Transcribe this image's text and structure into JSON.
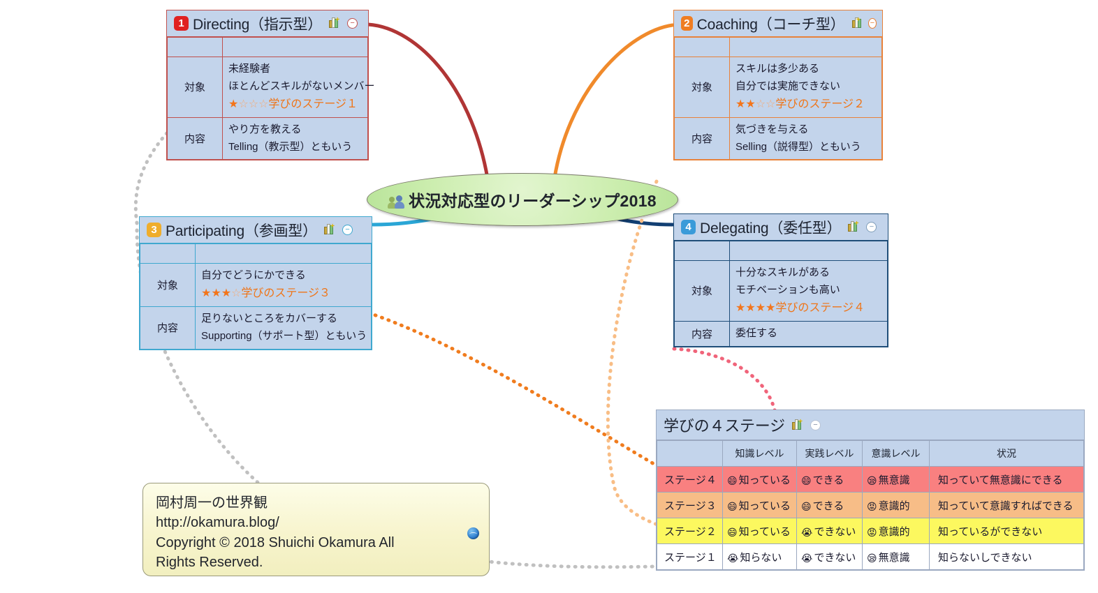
{
  "central": {
    "icon": "people-icon",
    "title": "状況対応型のリーダーシップ2018"
  },
  "nodes": [
    {
      "num": "1",
      "badge_color": "#e02020",
      "accent": "#c0504d",
      "title": "Directing（指示型）",
      "rows": [
        {
          "label": "対象",
          "lines": [
            "未経験者",
            "ほとんどスキルがないメンバー"
          ],
          "stars_on": 1,
          "stars_total": 4,
          "stage_label": "学びのステージ１"
        },
        {
          "label": "内容",
          "lines": [
            "やり方を教える",
            "Telling（教示型）ともいう"
          ]
        }
      ]
    },
    {
      "num": "2",
      "badge_color": "#ef7d22",
      "accent": "#e8823a",
      "title": "Coaching（コーチ型）",
      "rows": [
        {
          "label": "対象",
          "lines": [
            "スキルは多少ある",
            "自分では実施できない"
          ],
          "stars_on": 2,
          "stars_total": 4,
          "stage_label": "学びのステージ２"
        },
        {
          "label": "内容",
          "lines": [
            "気づきを与える",
            "Selling（説得型）ともいう"
          ]
        }
      ]
    },
    {
      "num": "3",
      "badge_color": "#efad2c",
      "accent": "#3fa8cf",
      "title": "Participating（参画型）",
      "rows": [
        {
          "label": "対象",
          "lines": [
            "自分でどうにかできる"
          ],
          "stars_on": 3,
          "stars_total": 4,
          "stage_label": "学びのステージ３"
        },
        {
          "label": "内容",
          "lines": [
            "足りないところをカバーする",
            "Supporting（サポート型）ともいう"
          ]
        }
      ]
    },
    {
      "num": "4",
      "badge_color": "#3a9bd9",
      "accent": "#1f4e79",
      "title": "Delegating（委任型）",
      "rows": [
        {
          "label": "対象",
          "lines": [
            "十分なスキルがある",
            "モチベーションも高い"
          ],
          "stars_on": 4,
          "stars_total": 4,
          "stage_label": "学びのステージ４"
        },
        {
          "label": "内容",
          "lines": [
            "委任する"
          ]
        }
      ]
    }
  ],
  "stage_table": {
    "title": "学びの４ステージ",
    "columns": [
      "",
      "知識レベル",
      "実践レベル",
      "意識レベル",
      "状況"
    ],
    "rows": [
      {
        "stage": "ステージ４",
        "knowledge_emoji": "😄",
        "knowledge": "知っている",
        "practice_emoji": "😄",
        "practice": "できる",
        "awareness_emoji": "😪",
        "awareness": "無意識",
        "situation": "知っていて無意識にできる",
        "color": "#f98080"
      },
      {
        "stage": "ステージ３",
        "knowledge_emoji": "😄",
        "knowledge": "知っている",
        "practice_emoji": "😄",
        "practice": "できる",
        "awareness_emoji": "😡",
        "awareness": "意識的",
        "situation": "知っていて意識すればできる",
        "color": "#f7bd87"
      },
      {
        "stage": "ステージ２",
        "knowledge_emoji": "😄",
        "knowledge": "知っている",
        "practice_emoji": "😭",
        "practice": "できない",
        "awareness_emoji": "😡",
        "awareness": "意識的",
        "situation": "知っているができない",
        "color": "#fcf85f"
      },
      {
        "stage": "ステージ１",
        "knowledge_emoji": "😭",
        "knowledge": "知らない",
        "practice_emoji": "😭",
        "practice": "できない",
        "awareness_emoji": "😪",
        "awareness": "無意識",
        "situation": "知らないしできない",
        "color": "#ffffff"
      }
    ]
  },
  "note": {
    "line1": "岡村周一の世界観",
    "line2": "http://okamura.blog/",
    "line3": "Copyright © 2018 Shuichi Okamura All",
    "line4": "Rights Reserved.",
    "icon": "globe-icon"
  },
  "connector_colors": {
    "directing": "#b03535",
    "coaching": "#f08a2b",
    "participating": "#2aa6d6",
    "delegating": "#123f73",
    "rel_stage4": "#f0647a",
    "rel_stage3": "#f07c1e",
    "rel_stage2": "#f8bd85",
    "rel_stage1": "#b8b8b8"
  }
}
